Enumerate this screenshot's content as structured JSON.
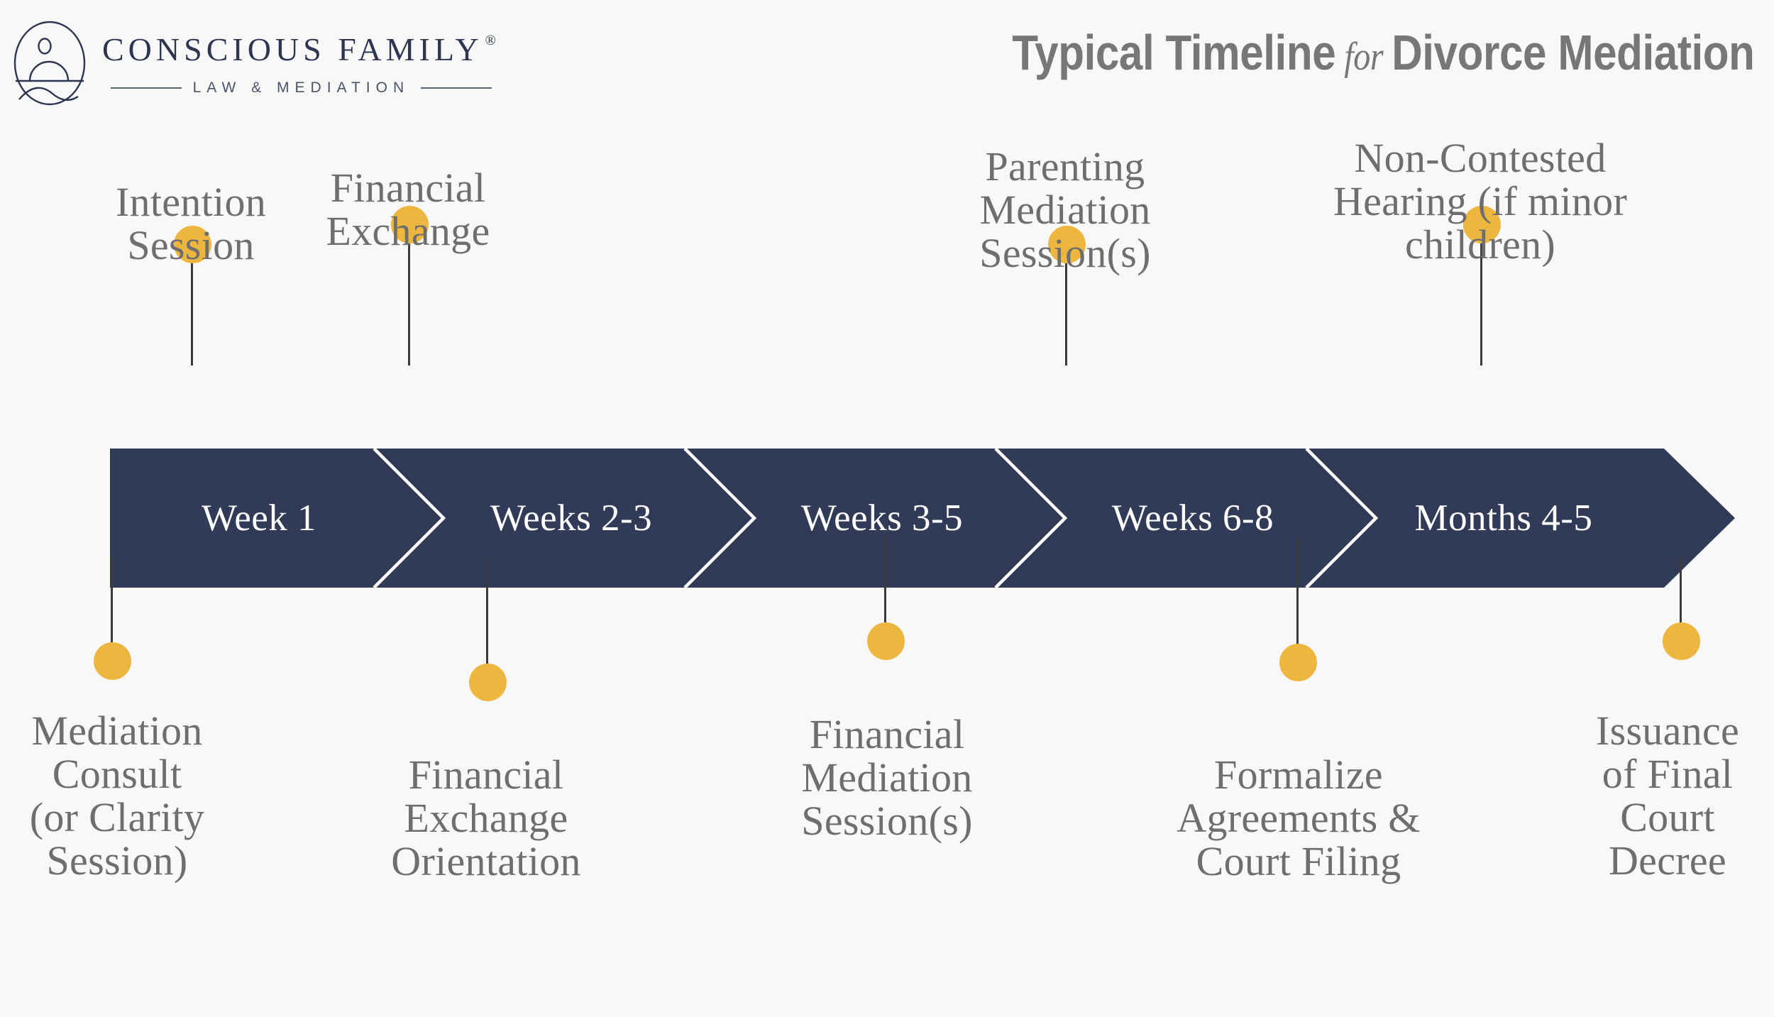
{
  "brand": {
    "name": "CONSCIOUS FAMILY",
    "registered": "®",
    "tagline": "LAW & MEDIATION",
    "logo_icon": "oval-sun-mountain-emblem"
  },
  "header": {
    "title_part1": "Typical Timeline",
    "title_connector": "for",
    "title_part2": "Divorce Mediation"
  },
  "colors": {
    "background": "#f8f8f8",
    "bar_navy": "#313b58",
    "dot_gold": "#ecb63f",
    "label_gray": "#6e6e6e",
    "title_gray": "#777777",
    "brand_navy": "#2e3550",
    "stem_dark": "#3b3b3b",
    "chevron_white": "#ffffff"
  },
  "timeline": {
    "stages": [
      {
        "label": "Week 1"
      },
      {
        "label": "Weeks 2-3"
      },
      {
        "label": "Weeks 3-5"
      },
      {
        "label": "Weeks 6-8"
      },
      {
        "label": "Months 4-5"
      }
    ],
    "milestones_above": [
      {
        "label": "Intention\nSession"
      },
      {
        "label": "Financial\nExchange"
      },
      {
        "label": "Parenting\nMediation\nSession(s)"
      },
      {
        "label": "Non-Contested\nHearing (if minor\nchildren)"
      }
    ],
    "milestones_below": [
      {
        "label": "Mediation\nConsult\n(or Clarity\nSession)"
      },
      {
        "label": "Financial\nExchange\nOrientation"
      },
      {
        "label": "Financial\nMediation\nSession(s)"
      },
      {
        "label": "Formalize\nAgreements &\nCourt Filing"
      },
      {
        "label": "Issuance\nof Final\nCourt\nDecree"
      }
    ]
  }
}
